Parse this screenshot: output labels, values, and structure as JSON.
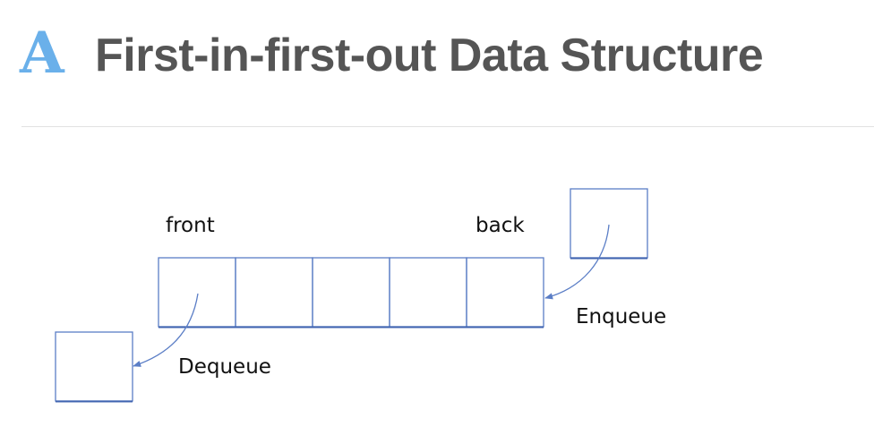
{
  "header": {
    "logo_letter": "A",
    "title": "First-in-first-out Data Structure"
  },
  "diagram": {
    "queue_cell_count": 5,
    "labels": {
      "front": "front",
      "back": "back",
      "enqueue": "Enqueue",
      "dequeue": "Dequeue"
    },
    "colors": {
      "box_stroke": "#5b7ec6",
      "box_bottom": "#3f63b0",
      "arrow": "#5b7ec6"
    }
  }
}
